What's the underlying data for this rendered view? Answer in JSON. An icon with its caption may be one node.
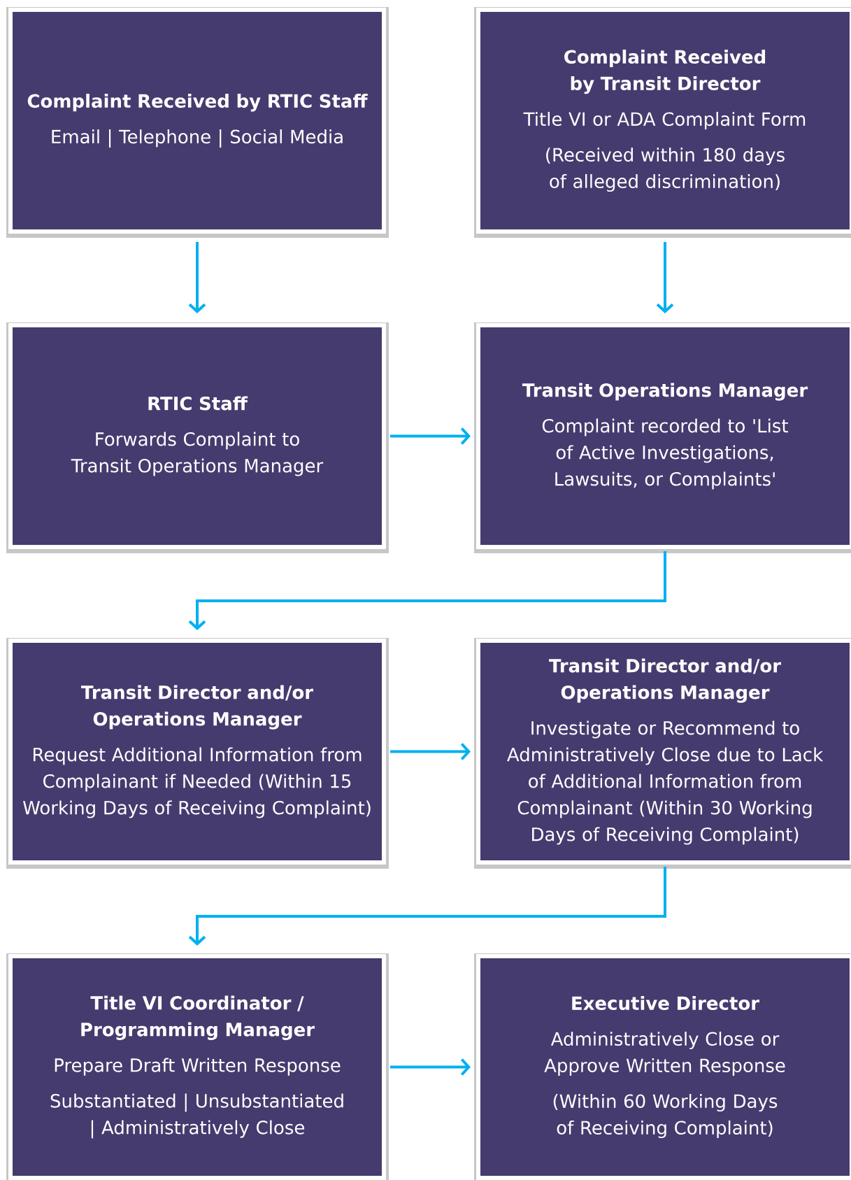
{
  "diagram": {
    "nodes": [
      {
        "text": [
          "Complaint Received by RTIC Staff",
          "Email | Telephone | Social Media"
        ]
      },
      {
        "text": [
          "Complaint Received by Transit Director",
          "Title VI or ADA Complaint Form",
          "(Received within 180 days of alleged discrimination)"
        ]
      },
      {
        "text": [
          "RTIC Staff",
          "Forwards Complaint to Transit Operations Manager"
        ]
      },
      {
        "text": [
          "Transit Operations Manager",
          "Complaint recorded to 'List of Active Investigations, Lawsuits, or Complaints'"
        ]
      },
      {
        "text": [
          "Transit Director and/or Operations Manager",
          "Request Additional Information from Complainant if Needed (Within 15 Working Days of Receiving Complaint)"
        ]
      },
      {
        "text": [
          "Transit Director and/or Operations Manager",
          "Investigate or Recommend to Administratively Close due to Lack of Additional Information from Complainant (Within 30 Working Days of Receiving Complaint)"
        ]
      },
      {
        "text": [
          "Title VI Coordinator / Programming Manager",
          "Prepare Draft Written Response",
          "Substantiated | Unsubstantiated | Administratively Close"
        ]
      },
      {
        "text": [
          "Executive Director",
          "Administratively Close or Approve Written Response",
          "(Within 60 Working Days of Receiving Complaint)"
        ]
      }
    ],
    "edges": [
      {
        "from": 0,
        "to": 2,
        "arrow": "to"
      },
      {
        "from": 1,
        "to": 3,
        "arrow": "to"
      },
      {
        "from": 2,
        "to": 3,
        "arrow": "to"
      },
      {
        "from": 3,
        "to": 4,
        "arrow": "to"
      },
      {
        "from": 4,
        "to": 5,
        "arrow": "to"
      },
      {
        "from": 5,
        "to": 6,
        "arrow": "to"
      },
      {
        "from": 6,
        "to": 7,
        "arrow": "to"
      }
    ]
  }
}
